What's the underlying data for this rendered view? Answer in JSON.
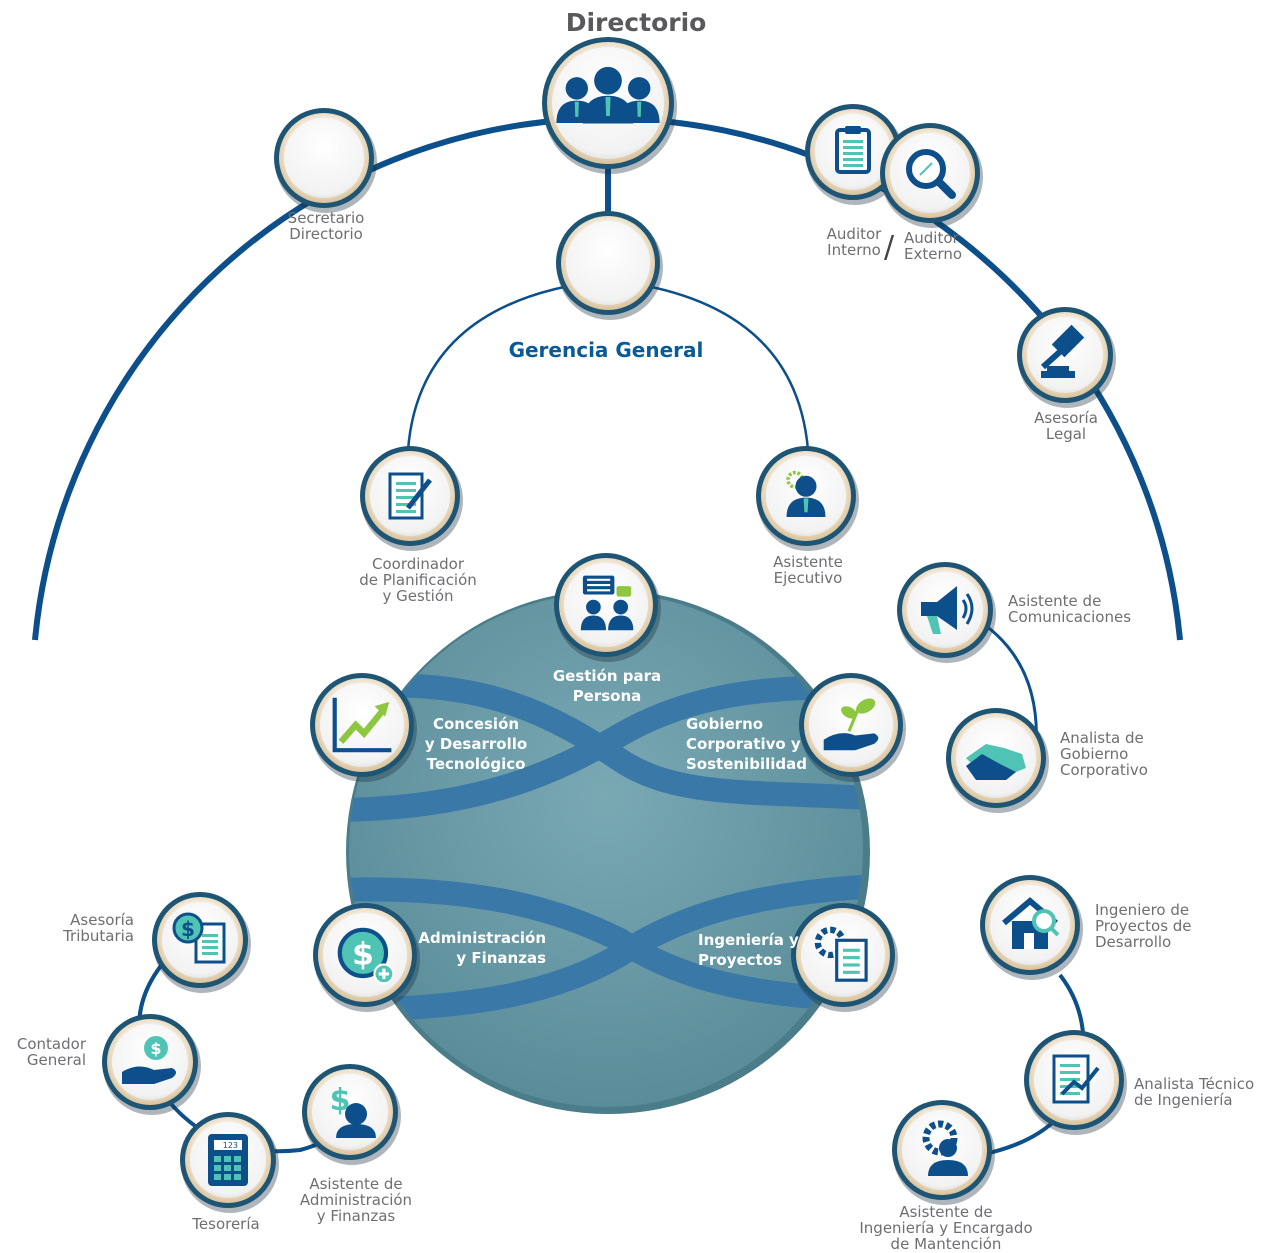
{
  "title": "Directorio",
  "gerencia": "Gerencia General",
  "labels": {
    "secretario": [
      "Secretario",
      "Directorio"
    ],
    "auditor_interno": [
      "Auditor",
      "Interno"
    ],
    "auditor_externo": [
      "Auditor",
      "Externo"
    ],
    "asesoria_legal": [
      "Asesoría",
      "Legal"
    ],
    "coordinador": [
      "Coordinador",
      "de Planificación",
      "y Gestión"
    ],
    "asistente_ejecutivo": [
      "Asistente",
      "Ejecutivo"
    ],
    "asistente_comunicaciones": [
      "Asistente de",
      "Comunicaciones"
    ],
    "analista_gobierno": [
      "Analista de",
      "Gobierno",
      "Corporativo"
    ],
    "asesoria_tributaria": [
      "Asesoría",
      "Tributaria"
    ],
    "contador": [
      "Contador",
      "General"
    ],
    "tesoreria": [
      "Tesorería"
    ],
    "asistente_admin": [
      "Asistente de",
      "Administración",
      "y Finanzas"
    ],
    "ingeniero_proyectos": [
      "Ingeniero de",
      "Proyectos de",
      "Desarrollo"
    ],
    "analista_tecnico": [
      "Analista Técnico",
      "de Ingeniería"
    ],
    "asistente_ingenieria": [
      "Asistente de",
      "Ingeniería y Encargado",
      "de Mantención"
    ]
  },
  "areas": {
    "gestion_personas": [
      "Gestión para",
      "Persona"
    ],
    "concesion": [
      "Concesión",
      "y Desarrollo",
      "Tecnológico"
    ],
    "gobierno": [
      "Gobierno",
      "Corporativo y",
      "Sostenibilidad"
    ],
    "administracion": [
      "Administración",
      "y Finanzas"
    ],
    "ingenieria": [
      "Ingeniería y",
      "Proyectos"
    ]
  },
  "calculator_display": "123",
  "colors": {
    "navy": "#0d4f8b",
    "ring_dark": "#1f5574",
    "globe": "#6598a5",
    "globe_band": "#3d7ba8",
    "teal": "#4fc3b4",
    "green": "#8dc63f",
    "label_gray": "#6d6f72",
    "gold_rim": "#e7d4b4"
  },
  "icons": {
    "directorio": "board-group-icon",
    "secretario": "executive-person-icon",
    "auditor_interno": "clipboard-search-icon",
    "auditor_externo": "magnifier-icon",
    "asesoria_legal": "gavel-icon",
    "gerencia": "manager-person-icon",
    "coordinador": "document-pencil-icon",
    "asistente_ejecutivo": "assistant-gear-icon",
    "gestion_personas": "meeting-chat-icon",
    "concesion": "growth-chart-icon",
    "gobierno": "hand-plant-icon",
    "asistente_comunicaciones": "megaphone-icon",
    "analista_gobierno": "handshake-icon",
    "administracion": "money-add-icon",
    "ingenieria": "gear-clipboard-icon",
    "asesoria_tributaria": "money-document-icon",
    "contador": "hand-coin-icon",
    "tesoreria": "calculator-icon",
    "asistente_admin": "dollar-person-icon",
    "ingeniero_proyectos": "house-search-icon",
    "analista_tecnico": "report-chart-icon",
    "asistente_ingenieria": "gear-person-icon"
  }
}
